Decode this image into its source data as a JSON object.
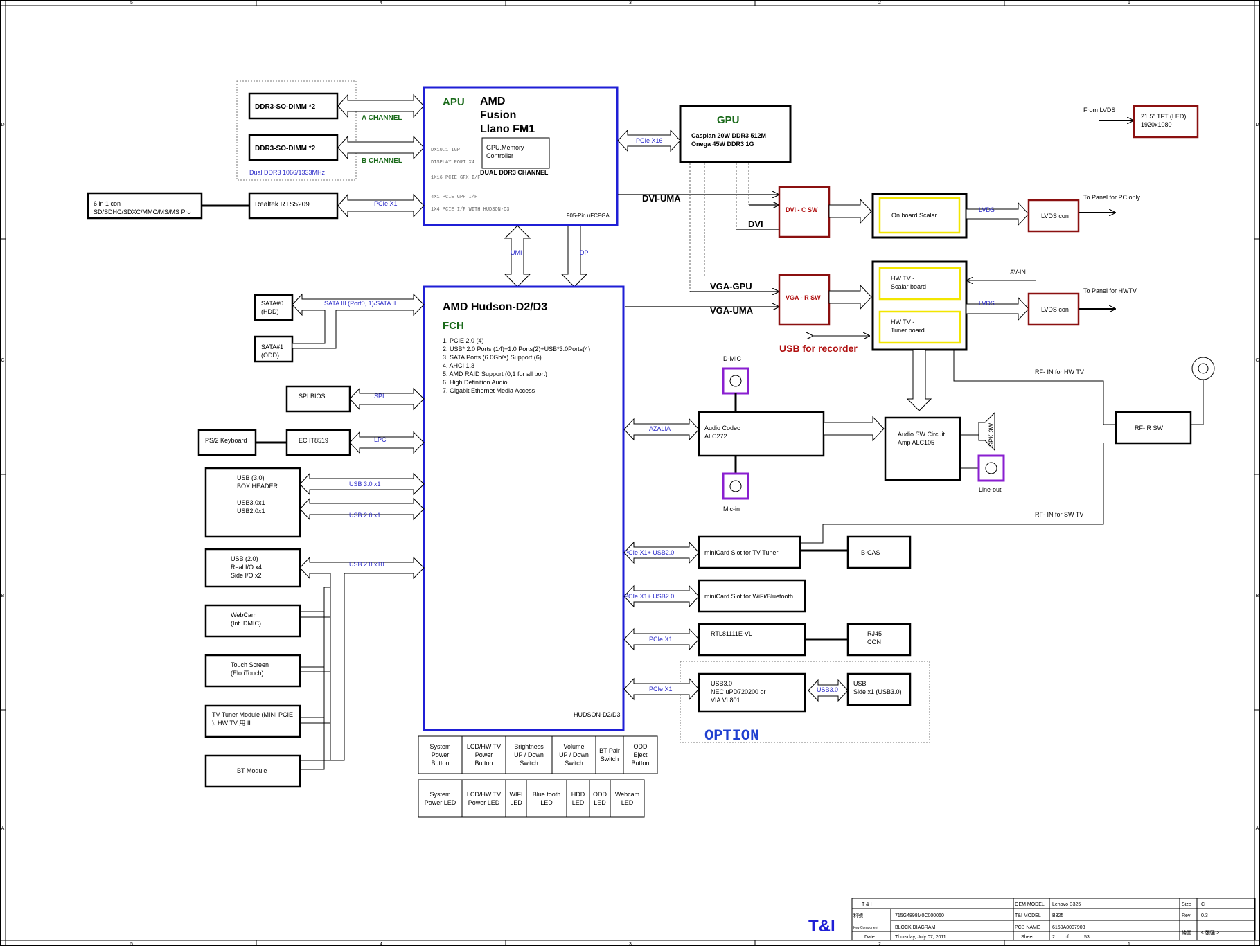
{
  "border": {
    "cols_top": [
      "5",
      "4",
      "3",
      "2",
      "1"
    ],
    "cols_bottom": [
      "5",
      "4",
      "3",
      "2",
      "1"
    ],
    "rows_left": [
      "D",
      "C",
      "B",
      "A"
    ],
    "rows_right": [
      "D",
      "C",
      "B",
      "A"
    ]
  },
  "colors": {
    "apu_blue": "#1f1fd6",
    "red_box": "#8b1010",
    "yellow_box": "#f2e600",
    "purple_box": "#8a1fd0",
    "green_text": "#1a6a1a",
    "blue_text": "#2a2ac8",
    "red_text": "#b01010",
    "option_blue": "#1f3fd0"
  },
  "ddr": {
    "dimm1": "DDR3-SO-DIMM *2",
    "dimm2": "DDR3-SO-DIMM *2",
    "a_channel": "A CHANNEL",
    "b_channel": "B CHANNEL",
    "dual_ddr3": "Dual DDR3 1066/1333MHz"
  },
  "apu": {
    "tag": "APU",
    "title1": "AMD",
    "title2": "Fusion",
    "title3": "Llano FM1",
    "gpu_memory1": "GPU.Memory",
    "gpu_memory2": "Controller",
    "dual_channel": "DUAL DDR3  CHANNEL",
    "line1": "DX10.1 IGP",
    "line2": "DISPLAY PORT X4",
    "line3": "1X16 PCIE GFX I/F",
    "line4": "4X1 PCIE GPP I/F",
    "line5": "1X4 PCIE I/F WITH HUDSON-D3",
    "package": "905-Pin uFCPGA",
    "umi": "UMI",
    "dp": "DP"
  },
  "card_reader": {
    "slot1": "6 in 1 con",
    "slot2": "SD/SDHC/SDXC/MMC/MS/MS Pro",
    "chip": "Realtek RTS5209",
    "bus": "PCIe X1"
  },
  "gpu": {
    "title": "GPU",
    "line1": "Caspian 20W DDR3 512M",
    "line2": "Onega 45W   DDR3 1G",
    "bus": "PCIe X16"
  },
  "display": {
    "from_lvds": "From LVDS",
    "tft1": "21.5\" TFT (LED)",
    "tft2": "1920x1080",
    "dvi_uma": "DVI-UMA",
    "dvi": "DVI",
    "dvi_csw": "DVI - C SW",
    "onboard_scalar": "On board Scalar",
    "lvds1": "LVDS",
    "lvds_con1": "LVDS con",
    "panel_pc": "To Panel for PC only",
    "vga_gpu": "VGA-GPU",
    "vga_uma": "VGA-UMA",
    "vga_rsw": "VGA - R SW",
    "usb_recorder": "USB for recorder",
    "hwtv_scalar1": "HW TV -",
    "hwtv_scalar2": "Scalar board",
    "hwtv_tuner1": "HW TV -",
    "hwtv_tuner2": "Tuner board",
    "av_in": "AV-IN",
    "lvds2": "LVDS",
    "lvds_con2": "LVDS con",
    "panel_hwtv": "To Panel for HWTV"
  },
  "fch": {
    "title": "AMD Hudson-D2/D3",
    "tag": "FCH",
    "features": [
      "1. PCIE 2.0 (4)",
      "2. USB* 2.0 Ports (14)+1.0 Ports(2)+USB*3.0Ports(4)",
      "3. SATA Ports (6.0Gb/s) Support (6)",
      "4. AHCI 1.3",
      "5. AMD RAID Support (0,1 for all port)",
      "6. High Definition Audio",
      "7. Gigabit Ethernet Media Access"
    ],
    "footer": "HUDSON-D2/D3"
  },
  "left_side": {
    "sata0_1": "SATA#0",
    "sata0_2": "(HDD)",
    "sata1_1": "SATA#1",
    "sata1_2": "(ODD)",
    "sata_bus": "SATA III (Port0, 1)/SATA II",
    "spi_bios": "SPI BIOS",
    "spi": "SPI",
    "ps2": "PS/2 Keyboard",
    "ec": "EC IT8519",
    "lpc": "LPC",
    "usb3_1": "USB (3.0)",
    "usb3_2": "BOX HEADER",
    "usb3_3": "USB3.0x1",
    "usb3_4": "USB2.0x1",
    "usb30_bus": "USB 3.0 x1",
    "usb20_bus": "USB 2.0 x1",
    "usb2_1": "USB (2.0)",
    "usb2_2": "Real I/O x4",
    "usb2_3": "Side I/O x2",
    "usb20x10": "USB 2.0 x10",
    "webcam1": "WebCam",
    "webcam2": "(Int. DMIC)",
    "touch1": "Touch Screen",
    "touch2": "(Elo iTouch)",
    "tvtuner1": "TV Tuner Module (MINI PCIE",
    "tvtuner2": "); HW TV 用 II",
    "bt": "BT Module"
  },
  "right_side": {
    "dmic": "D-MIC",
    "azalia": "AZALIA",
    "codec1": "Audio Codec",
    "codec2": "ALC272",
    "mic_in": "Mic-in",
    "audio_sw1": "Audio SW Circuit",
    "audio_sw2": "Amp ALC105",
    "spk": "SPK 3W",
    "line_out": "Line-out",
    "rf_hw": "RF- IN for HW TV",
    "rf_sw": "RF- R SW",
    "rf_sw_tv": "RF- IN for SW TV",
    "pcie_usb1": "PCIe X1+ USB2.0",
    "minicard_tv": "miniCard Slot for TV Tuner",
    "bcas": "B-CAS",
    "pcie_usb2": "PCIe X1+ USB2.0",
    "minicard_wifi": "miniCard Slot for WiFi/Bluetooth",
    "pcie_x1_a": "PCIe X1",
    "rtl": "RTL81111E-VL",
    "rj45_1": "RJ45",
    "rj45_2": "CON",
    "pcie_x1_b": "PCIe X1",
    "usb30_1": "USB3.0",
    "usb30_2": "NEC uPD720200 or",
    "usb30_3": "VIA VL801",
    "usb30_bus": "USB3.0",
    "usb_side1": "USB",
    "usb_side2": "Side x1 (USB3.0)",
    "option": "OPTION"
  },
  "buttons_row": [
    [
      "System",
      "Power",
      "Button"
    ],
    [
      "LCD/HW TV",
      "Power",
      "Button"
    ],
    [
      "Brightness",
      "UP / Down",
      "Switch"
    ],
    [
      "Volume",
      "UP / Down",
      "Switch"
    ],
    [
      "BT Pair",
      "Switch"
    ],
    [
      "ODD",
      "Eject",
      "Button"
    ]
  ],
  "leds_row": [
    [
      "System",
      "Power LED"
    ],
    [
      "LCD/HW TV",
      "Power LED"
    ],
    [
      "WIFI",
      "LED"
    ],
    [
      "Blue tooth",
      "LED"
    ],
    [
      "HDD",
      "LED"
    ],
    [
      "ODD",
      "LED"
    ],
    [
      "Webcam",
      "LED"
    ]
  ],
  "title_block": {
    "company": "T & I",
    "logo": "T&I",
    "oem_label": "OEM MODEL",
    "oem_value": "Lenovo B325",
    "size_label": "Size",
    "size_value": "C",
    "code_label": "料號",
    "code_value": "715G4898M0C000060",
    "ti_label": "T&I MODEL",
    "ti_value": "B325",
    "rev_label": "Rev",
    "rev_value": "0.3",
    "key_label": "Key Component",
    "key_value": "BLOCK DIAGRAM",
    "pcb_label": "PCB NAME",
    "pcb_value": "6150A0007903",
    "eng_label": "繪圖",
    "eng_value": "< 張强 >",
    "date_label": "Date",
    "date_value": "Thursday, July 07, 2011",
    "sheet_label": "Sheet",
    "sheet_value": "2",
    "of_label": "of",
    "of_value": "53"
  }
}
